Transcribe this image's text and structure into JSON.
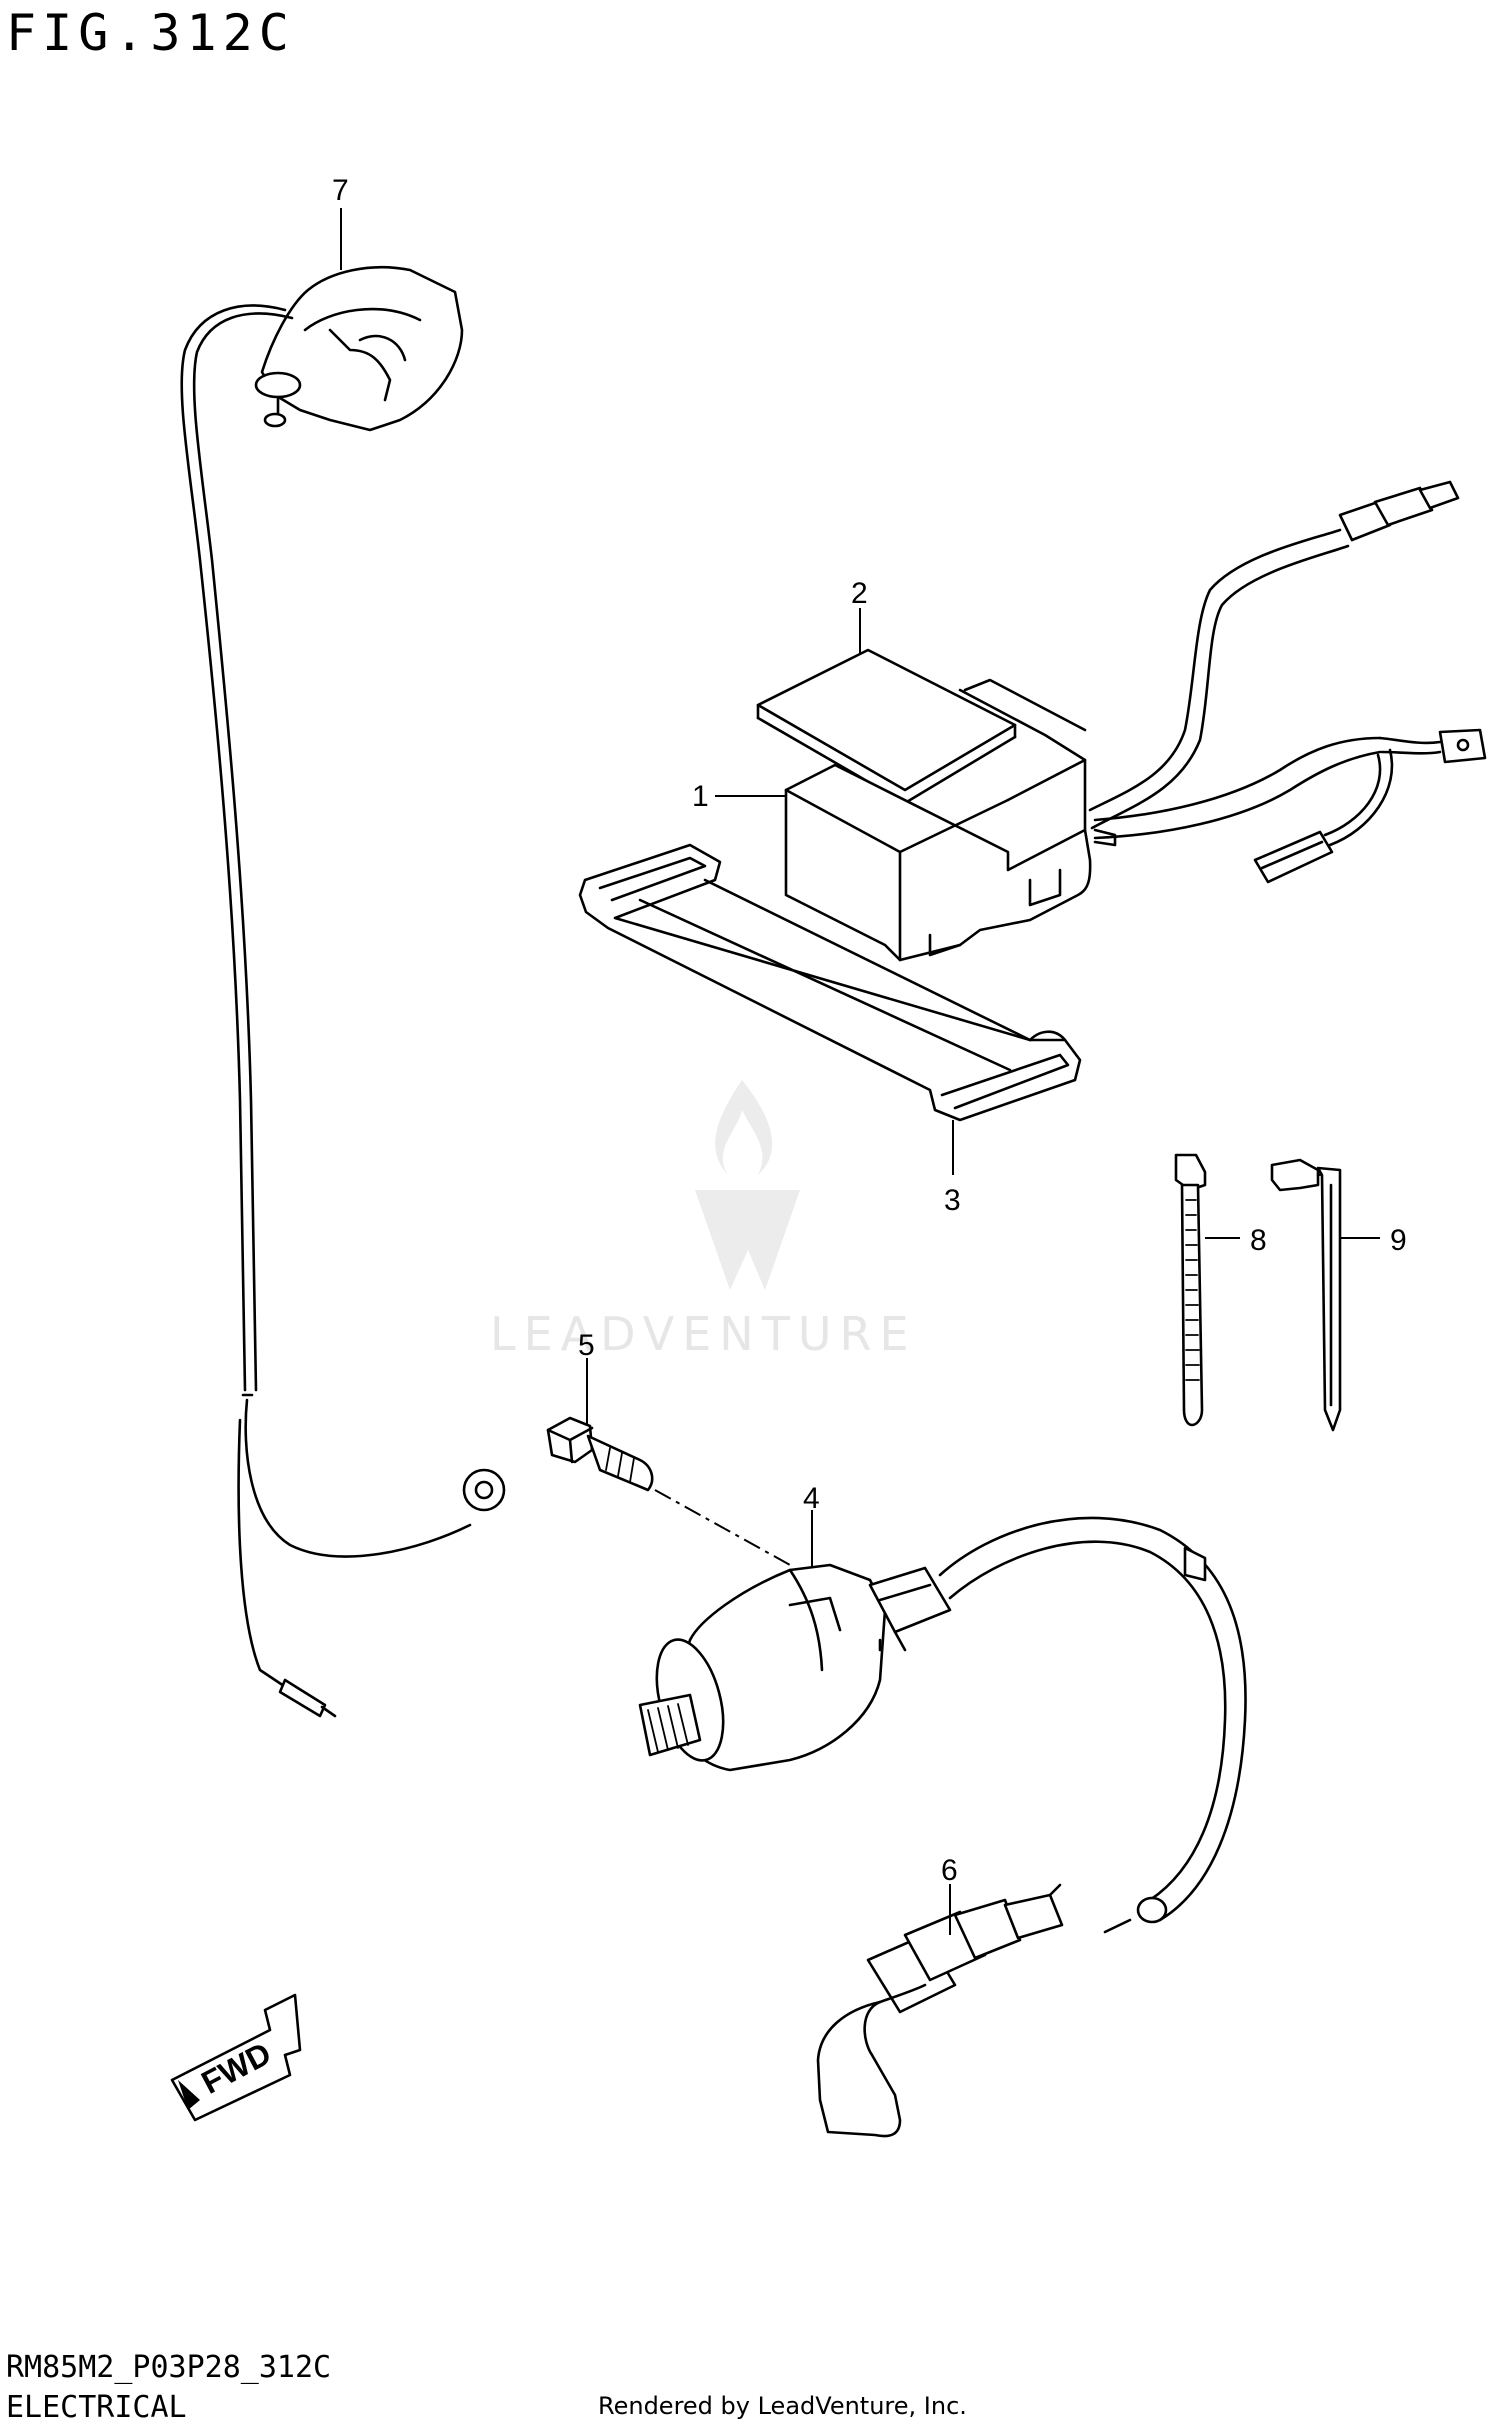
{
  "figure": {
    "title": "FIG.312C",
    "code": "RM85M2_P03P28_312C",
    "section": "ELECTRICAL",
    "rendered_by": "Rendered by LeadVenture, Inc.",
    "watermark": "LEADVENTURE",
    "fwd_label": "FWD"
  },
  "callouts": [
    "1",
    "2",
    "3",
    "4",
    "5",
    "6",
    "7",
    "8",
    "9"
  ]
}
